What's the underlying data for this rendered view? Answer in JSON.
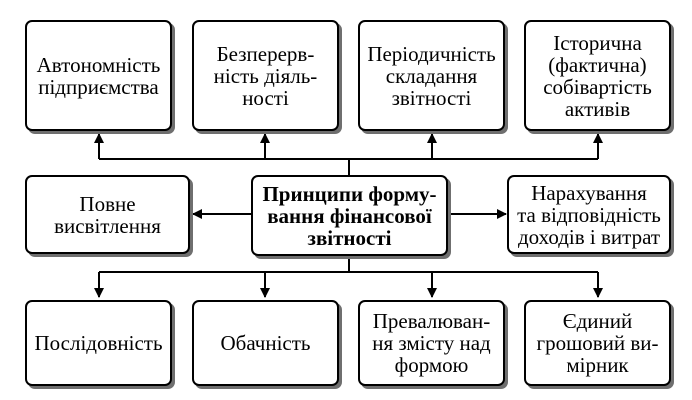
{
  "diagram": {
    "center": "Принципи форму-\nвання фінансової\nзвітності",
    "top": [
      "Автономність\nпідприємства",
      "Безперерв-\nність діяль-\nності",
      "Періодичність\nскладання\nзвітності",
      "Історична\n(фактична)\nсобівартість\nактивів"
    ],
    "left": "Повне\nвисвітлення",
    "right": "Нарахування\nта відповідність\nдоходів і витрат",
    "bottom": [
      "Послідовність",
      "Обачність",
      "Превалюван-\nня змісту над\nформою",
      "Єдиний\nгрошовий ви-\nмірник"
    ]
  }
}
